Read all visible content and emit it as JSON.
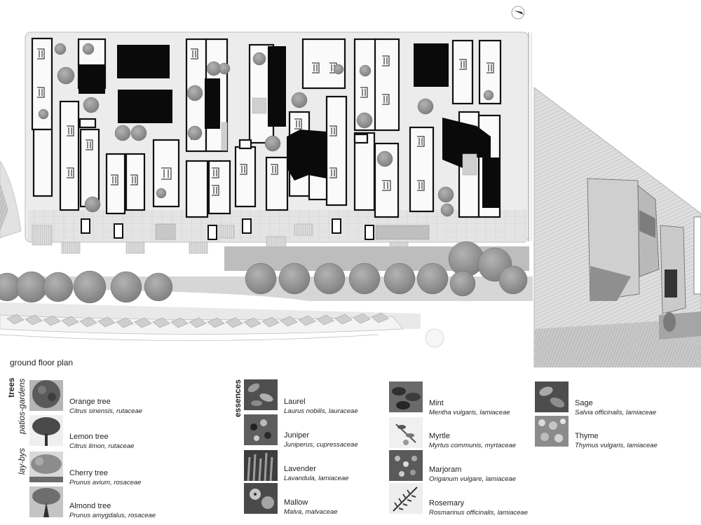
{
  "compass": {
    "icon": "north-arrow-icon"
  },
  "caption": "ground floor plan",
  "colors": {
    "black_mass": "#0a0a0a",
    "tree_gray": "#8e8e8e",
    "ground": "#e9e9e9",
    "paving": "#d8d8d8"
  },
  "legend": {
    "trees_heading": "trees",
    "patios_label": "patios-gardens",
    "laybys_label": "lay-bys",
    "essences_heading": "essences",
    "trees": [
      {
        "name": "Orange tree",
        "latin": "Citrus sinensis, rutaceae"
      },
      {
        "name": "Lemon tree",
        "latin": "Citrus limon, rutaceae"
      },
      {
        "name": "Cherry tree",
        "latin": "Prunus avium, rosaceae"
      },
      {
        "name": "Almond tree",
        "latin": "Prunus amygdalus, rosaceae"
      }
    ],
    "essences_col1": [
      {
        "name": "Laurel",
        "latin": "Laurus nobilis, lauraceae"
      },
      {
        "name": "Juniper",
        "latin": "Juniperus, cupressaceae"
      },
      {
        "name": "Lavender",
        "latin": "Lavandula, lamiaceae"
      },
      {
        "name": "Mallow",
        "latin": "Malva, malvaceae"
      }
    ],
    "essences_col2": [
      {
        "name": "Mint",
        "latin": "Mentha vulgaris, lamiaceae"
      },
      {
        "name": "Myrtle",
        "latin": "Myrtus communis, myrtaceae"
      },
      {
        "name": "Marjoram",
        "latin": "Origanum vulgare, lamiaceae"
      },
      {
        "name": "Rosemary",
        "latin": "Rosmarinus officinalis, lamiaceae"
      }
    ],
    "essences_col3": [
      {
        "name": "Sage",
        "latin": "Salvia officinalis, lamiaceae"
      },
      {
        "name": "Thyme",
        "latin": "Thymus vulgaris, lamiaceae"
      }
    ]
  }
}
